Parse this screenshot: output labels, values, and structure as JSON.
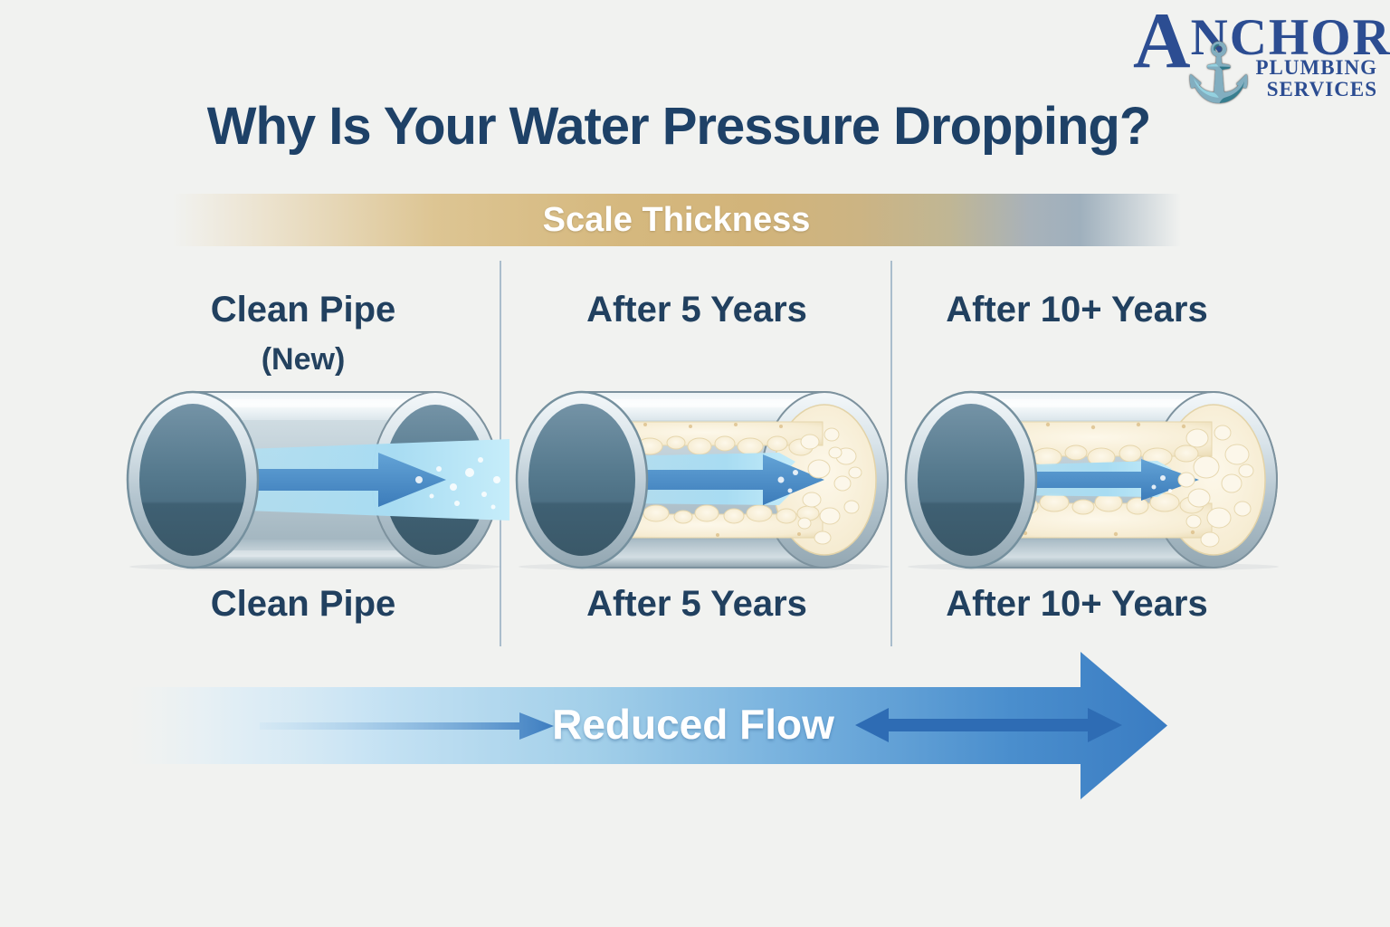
{
  "logo": {
    "brand_initial": "A",
    "brand_rest": "NCHOR",
    "plumbing": "PLUMBING",
    "services": "SERVICES",
    "anchor_icon": "anchor-icon"
  },
  "header": {
    "title": "Why Is Your Water Pressure Dropping?"
  },
  "scale_bar": {
    "label": "Scale Thickness"
  },
  "columns": [
    {
      "header": "Clean Pipe",
      "subheader": "(New)",
      "caption": "Clean Pipe",
      "stage": "clean-pipe"
    },
    {
      "header": "After 5 Years",
      "caption": "After 5 Years",
      "stage": "moderate-scale-buildup"
    },
    {
      "header": "After 10+ Years",
      "caption": "After 10+ Years",
      "stage": "heavy-scale-buildup"
    }
  ],
  "flow": {
    "label": "Reduced Flow"
  },
  "colors": {
    "brand_blue": "#2c4d92",
    "title_navy": "#1e4167",
    "label_navy": "#21405f",
    "scale_tan": "#d5b87e",
    "water_blue": "#a8dcf2",
    "flow_blue": "#3b7ec4",
    "anchor_gray": "#9aa0a3"
  }
}
